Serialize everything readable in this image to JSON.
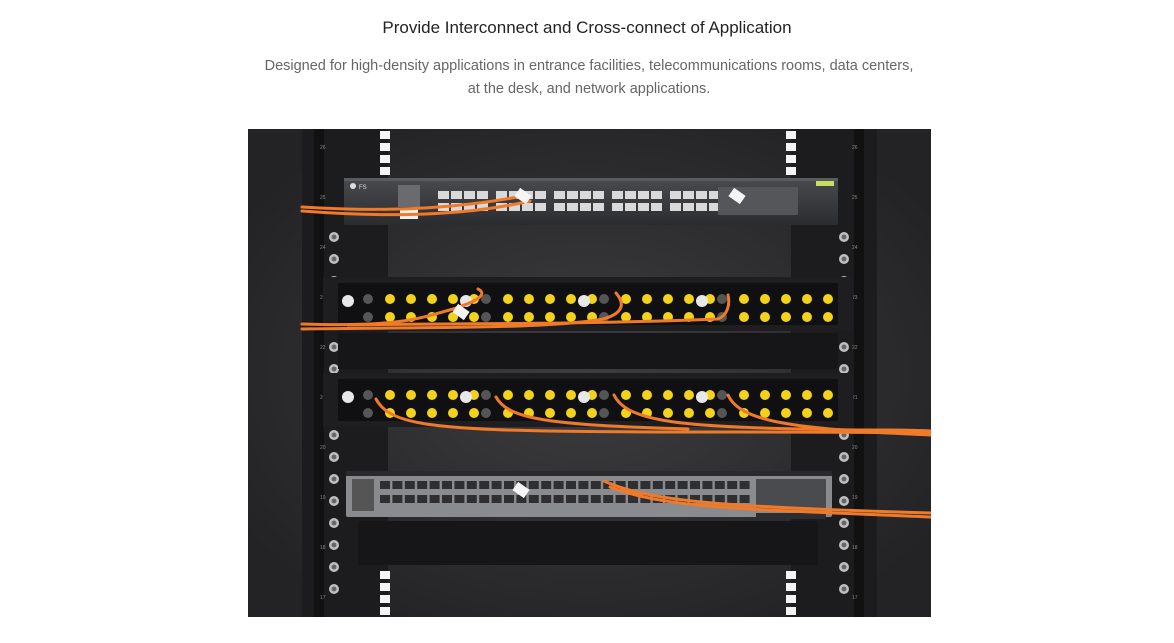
{
  "section": {
    "title": "Provide Interconnect and Cross-connect of Application",
    "subtitle": "Designed for high-density applications in entrance facilities, telecommunications rooms, data centers, at the desk, and network applications."
  },
  "image": {
    "description_label": "Rack with FS switches and fiber patch panels connected by orange fiber patch cords",
    "rack_unit_labels": [
      "26",
      "25",
      "24",
      "23",
      "22",
      "21",
      "20",
      "19",
      "18",
      "17"
    ],
    "brand": "FS",
    "colors": {
      "rack": "#1b1b1d",
      "panel": "#141416",
      "fiber": "#ee7a2a",
      "connector": "#f2d21a",
      "switch": "#3a3b3e"
    }
  }
}
